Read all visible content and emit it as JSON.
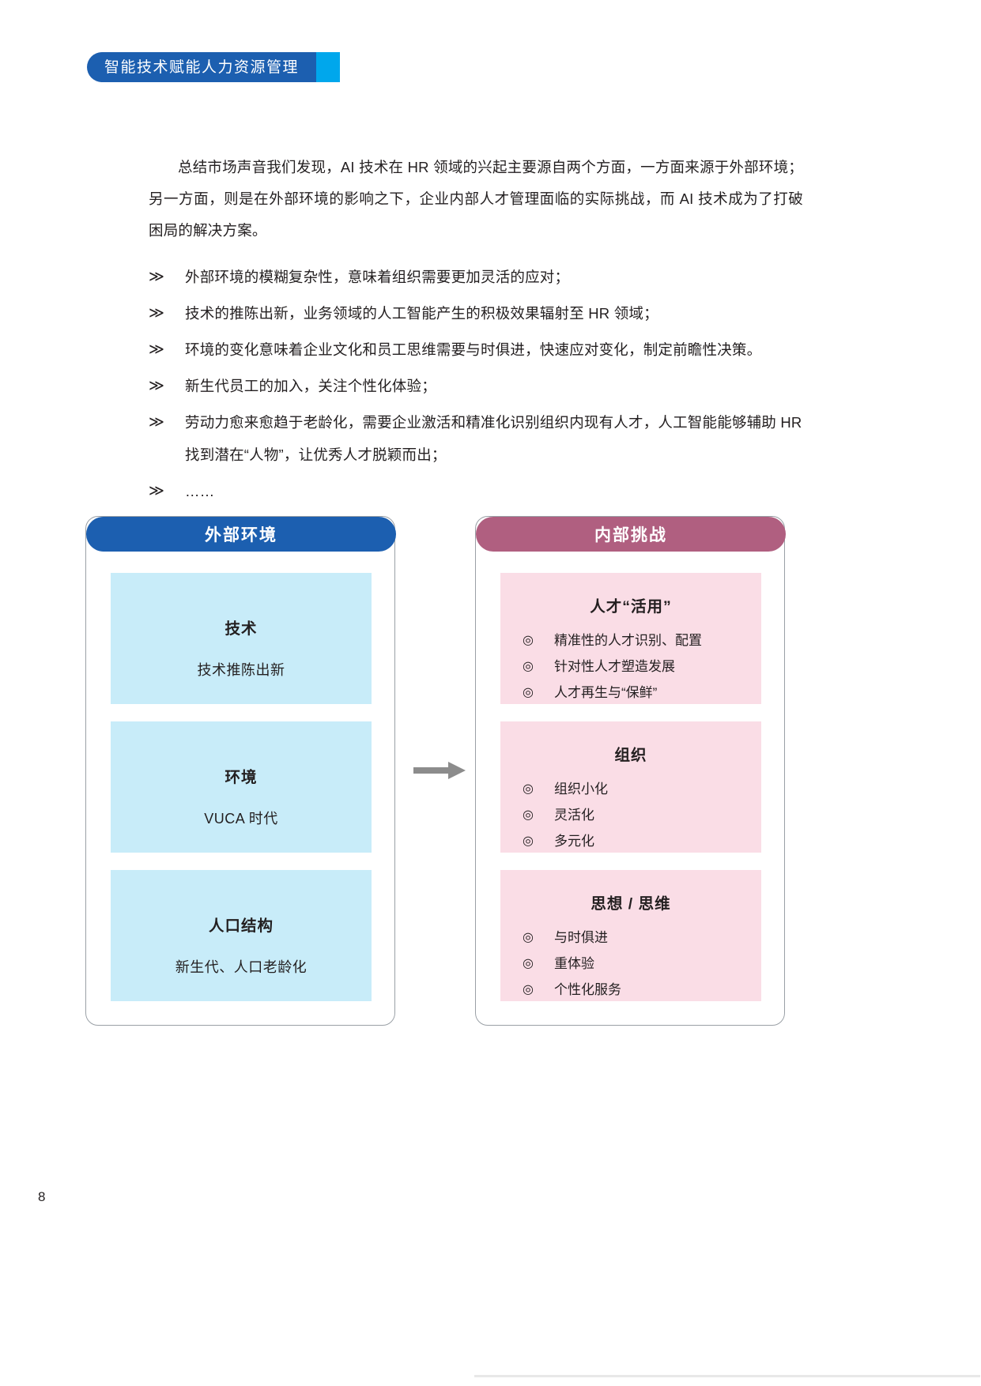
{
  "header": {
    "title": "智能技术赋能人力资源管理",
    "accent_color": "#00a7ec",
    "pill_color": "#1c5fb0"
  },
  "body": {
    "paragraph": "总结市场声音我们发现，AI 技术在 HR 领域的兴起主要源自两个方面，一方面来源于外部环境；另一方面，则是在外部环境的影响之下，企业内部人才管理面临的实际挑战，而 AI 技术成为了打破困局的解决方案。",
    "bullet_mark": "≫",
    "bullets": [
      "外部环境的模糊复杂性，意味着组织需要更加灵活的应对；",
      "技术的推陈出新，业务领域的人工智能产生的积极效果辐射至 HR 领域；",
      "环境的变化意味着企业文化和员工思维需要与时俱进，快速应对变化，制定前瞻性决策。",
      "新生代员工的加入，关注个性化体验；",
      "劳动力愈来愈趋于老龄化，需要企业激活和精准化识别组织内现有人才，人工智能能够辅助 HR 找到潜在“人物”，让优秀人才脱颖而出；",
      "……"
    ]
  },
  "diagram": {
    "arrow_color": "#8c8c8c",
    "left": {
      "header": "外部环境",
      "header_color": "#1c5fb0",
      "card_color": "#c8ecf9",
      "cards": [
        {
          "title": "技术",
          "subtitle": "技术推陈出新"
        },
        {
          "title": "环境",
          "subtitle": "VUCA 时代"
        },
        {
          "title": "人口结构",
          "subtitle": "新生代、人口老龄化"
        }
      ]
    },
    "right": {
      "header": "内部挑战",
      "header_color": "#b05f80",
      "card_color": "#fadde6",
      "ring_mark": "◎",
      "cards": [
        {
          "title": "人才“活用”",
          "items": [
            "精准性的人才识别、配置",
            "针对性人才塑造发展",
            "人才再生与“保鲜”"
          ]
        },
        {
          "title": "组织",
          "items": [
            "组织小化",
            "灵活化",
            "多元化"
          ]
        },
        {
          "title": "思想 / 思维",
          "items": [
            "与时俱进",
            "重体验",
            "个性化服务"
          ]
        }
      ]
    }
  },
  "footer": {
    "page_number": "8"
  }
}
